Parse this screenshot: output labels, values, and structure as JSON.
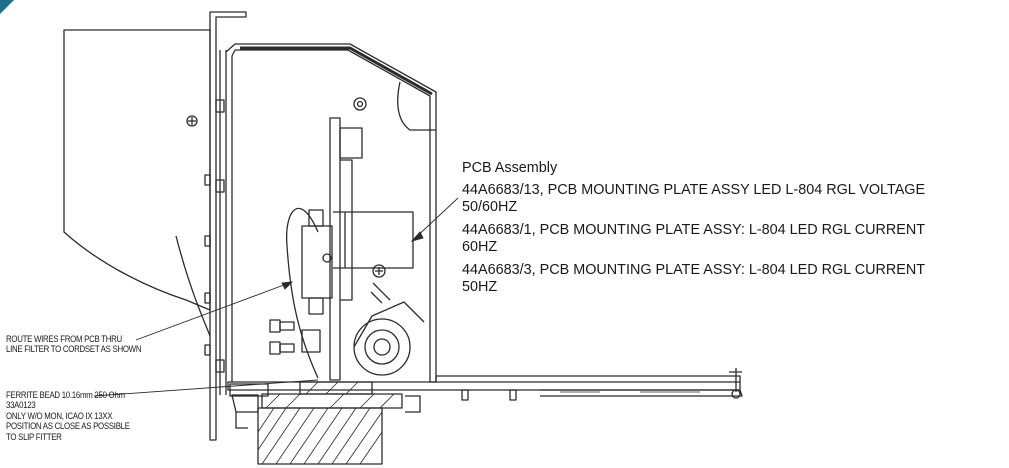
{
  "callout": {
    "title": "PCB Assembly",
    "items": [
      {
        "line1": "44A6683/13, PCB MOUNTING PLATE ASSY LED L-804 RGL VOLTAGE",
        "line2": "50/60HZ"
      },
      {
        "line1": "44A6683/1, PCB MOUNTING PLATE ASSY: L-804  LED RGL CURRENT",
        "line2": "60HZ"
      },
      {
        "line1": "44A6683/3, PCB MOUNTING PLATE ASSY: L-804 LED RGL CURRENT",
        "line2": "50HZ"
      }
    ]
  },
  "notes": {
    "route_wires": [
      "ROUTE WIRES FROM PCB THRU",
      "LINE FILTER TO CORDSET AS SHOWN"
    ],
    "ferrite": [
      "FERRITE BEAD 10.16mm 250 Ohm",
      "33A0123",
      "ONLY W/O MON, ICAO IX 13XX",
      "POSITION AS CLOSE AS POSSIBLE",
      "TO SLIP FITTER"
    ]
  },
  "colors": {
    "line": "#2b2b2b",
    "background": "#ffffff"
  }
}
